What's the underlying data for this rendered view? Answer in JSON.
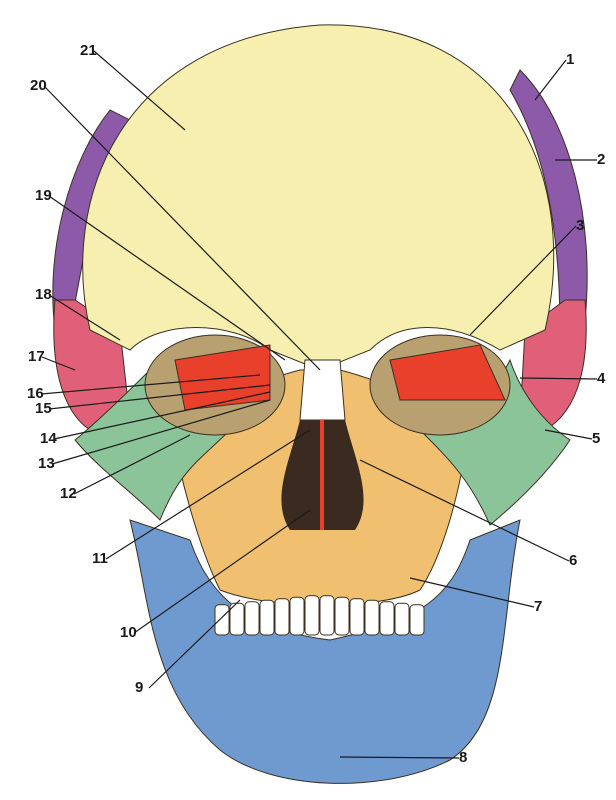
{
  "colors": {
    "frontal": "#f7efb0",
    "parietal": "#8c5aa8",
    "temporal": "#e0607a",
    "sphenoid": "#e8402a",
    "zygomatic": "#8cc49a",
    "maxilla": "#f0c070",
    "mandible": "#6f9ad0",
    "nasal": "#ffffff",
    "orbit_shadow": "#b8a070",
    "teeth": "#ffffff",
    "outline": "#3a3020"
  },
  "labels": [
    "1",
    "2",
    "3",
    "4",
    "5",
    "6",
    "7",
    "8",
    "9",
    "10",
    "11",
    "12",
    "13",
    "14",
    "15",
    "16",
    "17",
    "18",
    "19",
    "20",
    "21"
  ]
}
